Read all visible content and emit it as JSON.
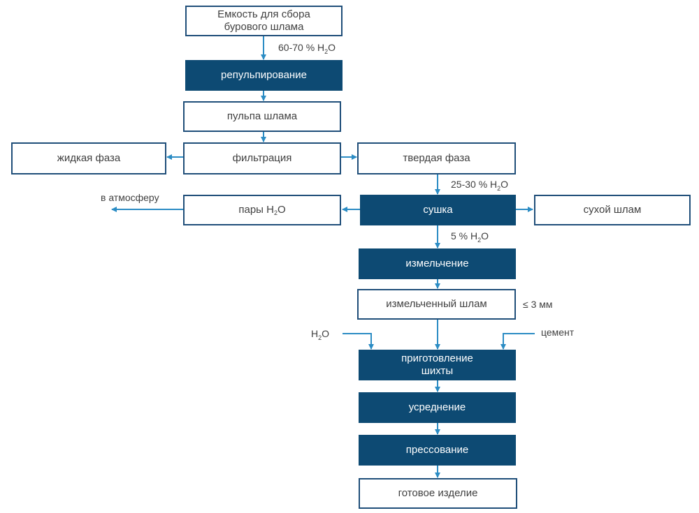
{
  "nodes": {
    "tank": "Емкость для сбора бурового шлама",
    "repulping": "репульпирование",
    "pulp": "пульпа шлама",
    "filtration": "фильтрация",
    "liquid": "жидкая фаза",
    "solid": "твердая фаза",
    "drying": "сушка",
    "vapor_prefix": "пары H",
    "vapor_sub": "2",
    "vapor_suffix": "O",
    "dry_sludge": "сухой шлам",
    "grinding": "измельчение",
    "ground": "измельченный шлам",
    "batch_prep": "приготовление шихты",
    "averaging": "усреднение",
    "pressing": "прессование",
    "product": "готовое изделие"
  },
  "labels": {
    "moist1_prefix": "60-70 % H",
    "moist1_sub": "2",
    "moist1_suffix": "O",
    "moist2_prefix": "25-30 % H",
    "moist2_sub": "2",
    "moist2_suffix": "O",
    "moist3_prefix": "5 % H",
    "moist3_sub": "2",
    "moist3_suffix": "O",
    "atmosphere": "в атмосферу",
    "size": "≤ 3 мм",
    "water_prefix": "H",
    "water_sub": "2",
    "water_suffix": "O",
    "cement": "цемент"
  },
  "colors": {
    "filled_box": "#0d4a73",
    "outline_box": "#1f4e79",
    "arrow": "#2b8cc4"
  }
}
